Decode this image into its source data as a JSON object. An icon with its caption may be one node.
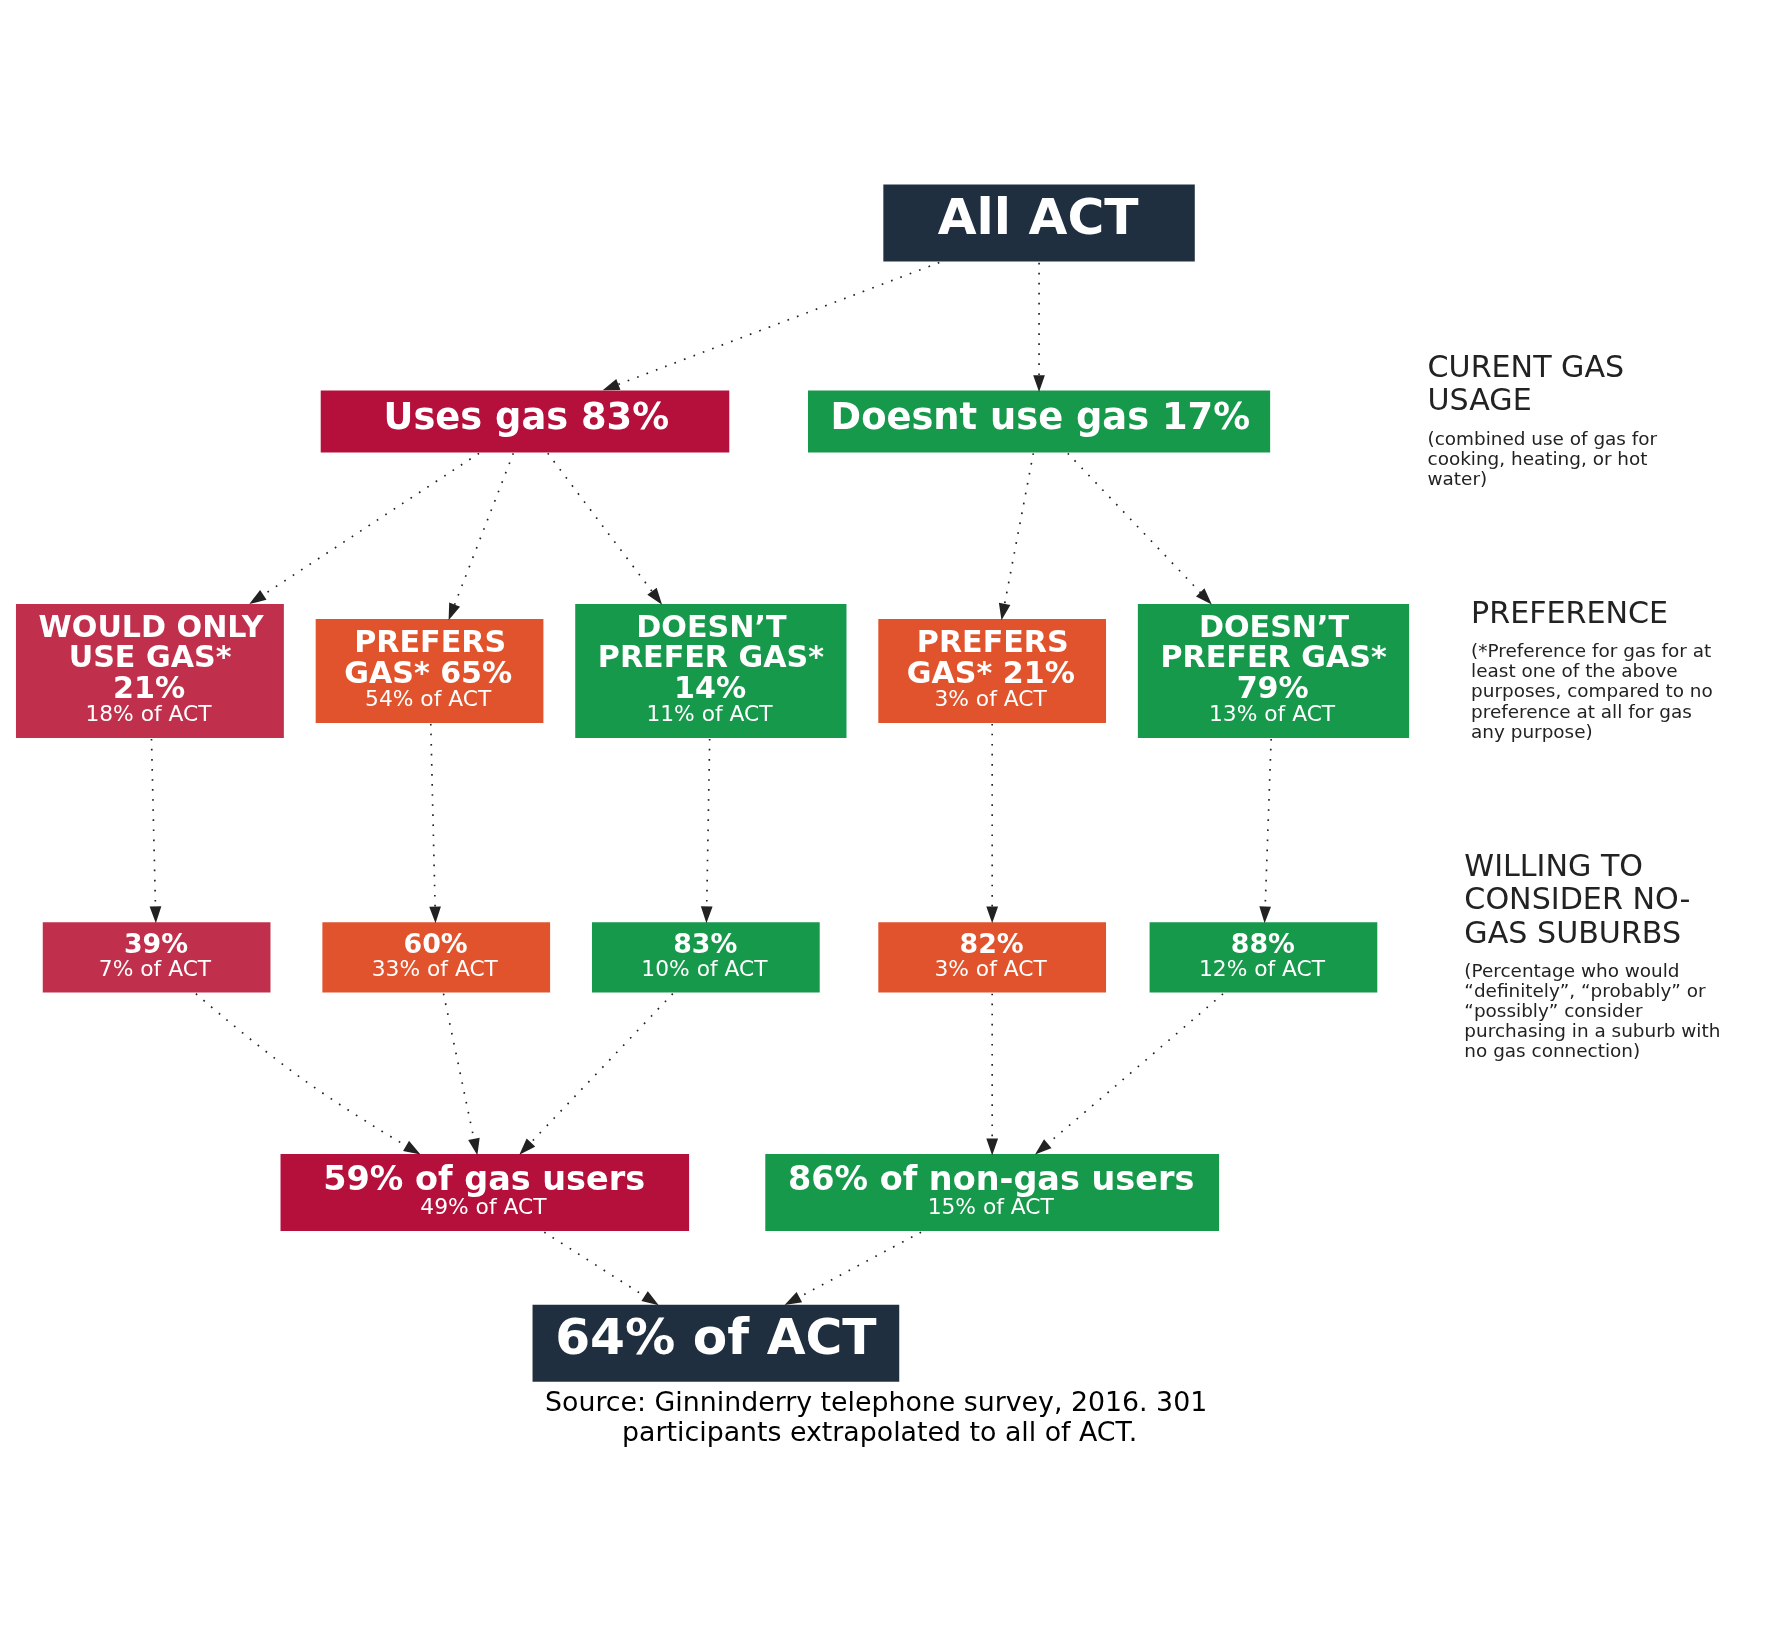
{
  "diagram": {
    "caption": "Source: Ginninderry telephone survey, 2016. 301 participants extrapolated to all of ACT.",
    "nodes": [
      {
        "text": [
          "All ACT"
        ]
      },
      {
        "text": [
          "Uses gas 83%"
        ]
      },
      {
        "text": [
          "Doesnt use gas 17%"
        ]
      },
      {
        "text": [
          "WOULD ONLY USE GAS* 21%",
          "18% of ACT"
        ]
      },
      {
        "text": [
          "PREFERS GAS* 65%",
          "54% of ACT"
        ]
      },
      {
        "text": [
          "DOESN’T PREFER GAS* 14%",
          "11% of ACT"
        ]
      },
      {
        "text": [
          "PREFERS GAS* 21%",
          "3% of ACT"
        ]
      },
      {
        "text": [
          "DOESN’T PREFER GAS* 79%",
          "13% of ACT"
        ]
      },
      {
        "text": [
          "39%",
          "7% of ACT"
        ]
      },
      {
        "text": [
          "60%",
          "33% of ACT"
        ]
      },
      {
        "text": [
          "83%",
          "10% of ACT"
        ]
      },
      {
        "text": [
          "82%",
          "3% of ACT"
        ]
      },
      {
        "text": [
          "88%",
          "12% of ACT"
        ]
      },
      {
        "text": [
          "59% of gas users",
          "49% of ACT"
        ]
      },
      {
        "text": [
          "86% of non-gas users",
          "15% of ACT"
        ]
      },
      {
        "text": [
          "64% of ACT"
        ]
      }
    ],
    "edges": [
      {
        "from": 0,
        "to": 1,
        "arrow": "to",
        "style": "dashed"
      },
      {
        "from": 0,
        "to": 2,
        "arrow": "to",
        "style": "dashed"
      },
      {
        "from": 1,
        "to": 3,
        "arrow": "to",
        "style": "dashed"
      },
      {
        "from": 1,
        "to": 4,
        "arrow": "to",
        "style": "dashed"
      },
      {
        "from": 1,
        "to": 5,
        "arrow": "to",
        "style": "dashed"
      },
      {
        "from": 2,
        "to": 6,
        "arrow": "to",
        "style": "dashed"
      },
      {
        "from": 2,
        "to": 7,
        "arrow": "to",
        "style": "dashed"
      },
      {
        "from": 3,
        "to": 8,
        "arrow": "to",
        "style": "dashed"
      },
      {
        "from": 4,
        "to": 9,
        "arrow": "to",
        "style": "dashed"
      },
      {
        "from": 5,
        "to": 10,
        "arrow": "to",
        "style": "dashed"
      },
      {
        "from": 6,
        "to": 11,
        "arrow": "to",
        "style": "dashed"
      },
      {
        "from": 7,
        "to": 12,
        "arrow": "to",
        "style": "dashed"
      },
      {
        "from": 8,
        "to": 13,
        "arrow": "to",
        "style": "dashed"
      },
      {
        "from": 9,
        "to": 13,
        "arrow": "to",
        "style": "dashed"
      },
      {
        "from": 10,
        "to": 13,
        "arrow": "to",
        "style": "dashed"
      },
      {
        "from": 11,
        "to": 14,
        "arrow": "to",
        "style": "dashed"
      },
      {
        "from": 12,
        "to": 14,
        "arrow": "to",
        "style": "dashed"
      },
      {
        "from": 13,
        "to": 15,
        "arrow": "to",
        "style": "dashed"
      },
      {
        "from": 14,
        "to": 15,
        "arrow": "to",
        "style": "dashed"
      }
    ],
    "labels": [
      "CURENT GAS USAGE",
      "(combined use of gas for cooking, heating, or hot water)",
      "PREFERENCE",
      "(*Preference for gas for at least one of the above purposes, compared to no preference at all for gas any purpose)",
      "WILLING TO CONSIDER NO-GAS SUBURBS",
      "(Percentage who would “definitely”, “probably” or “possibly” consider purchasing in a suburb with no gas connection)"
    ]
  }
}
